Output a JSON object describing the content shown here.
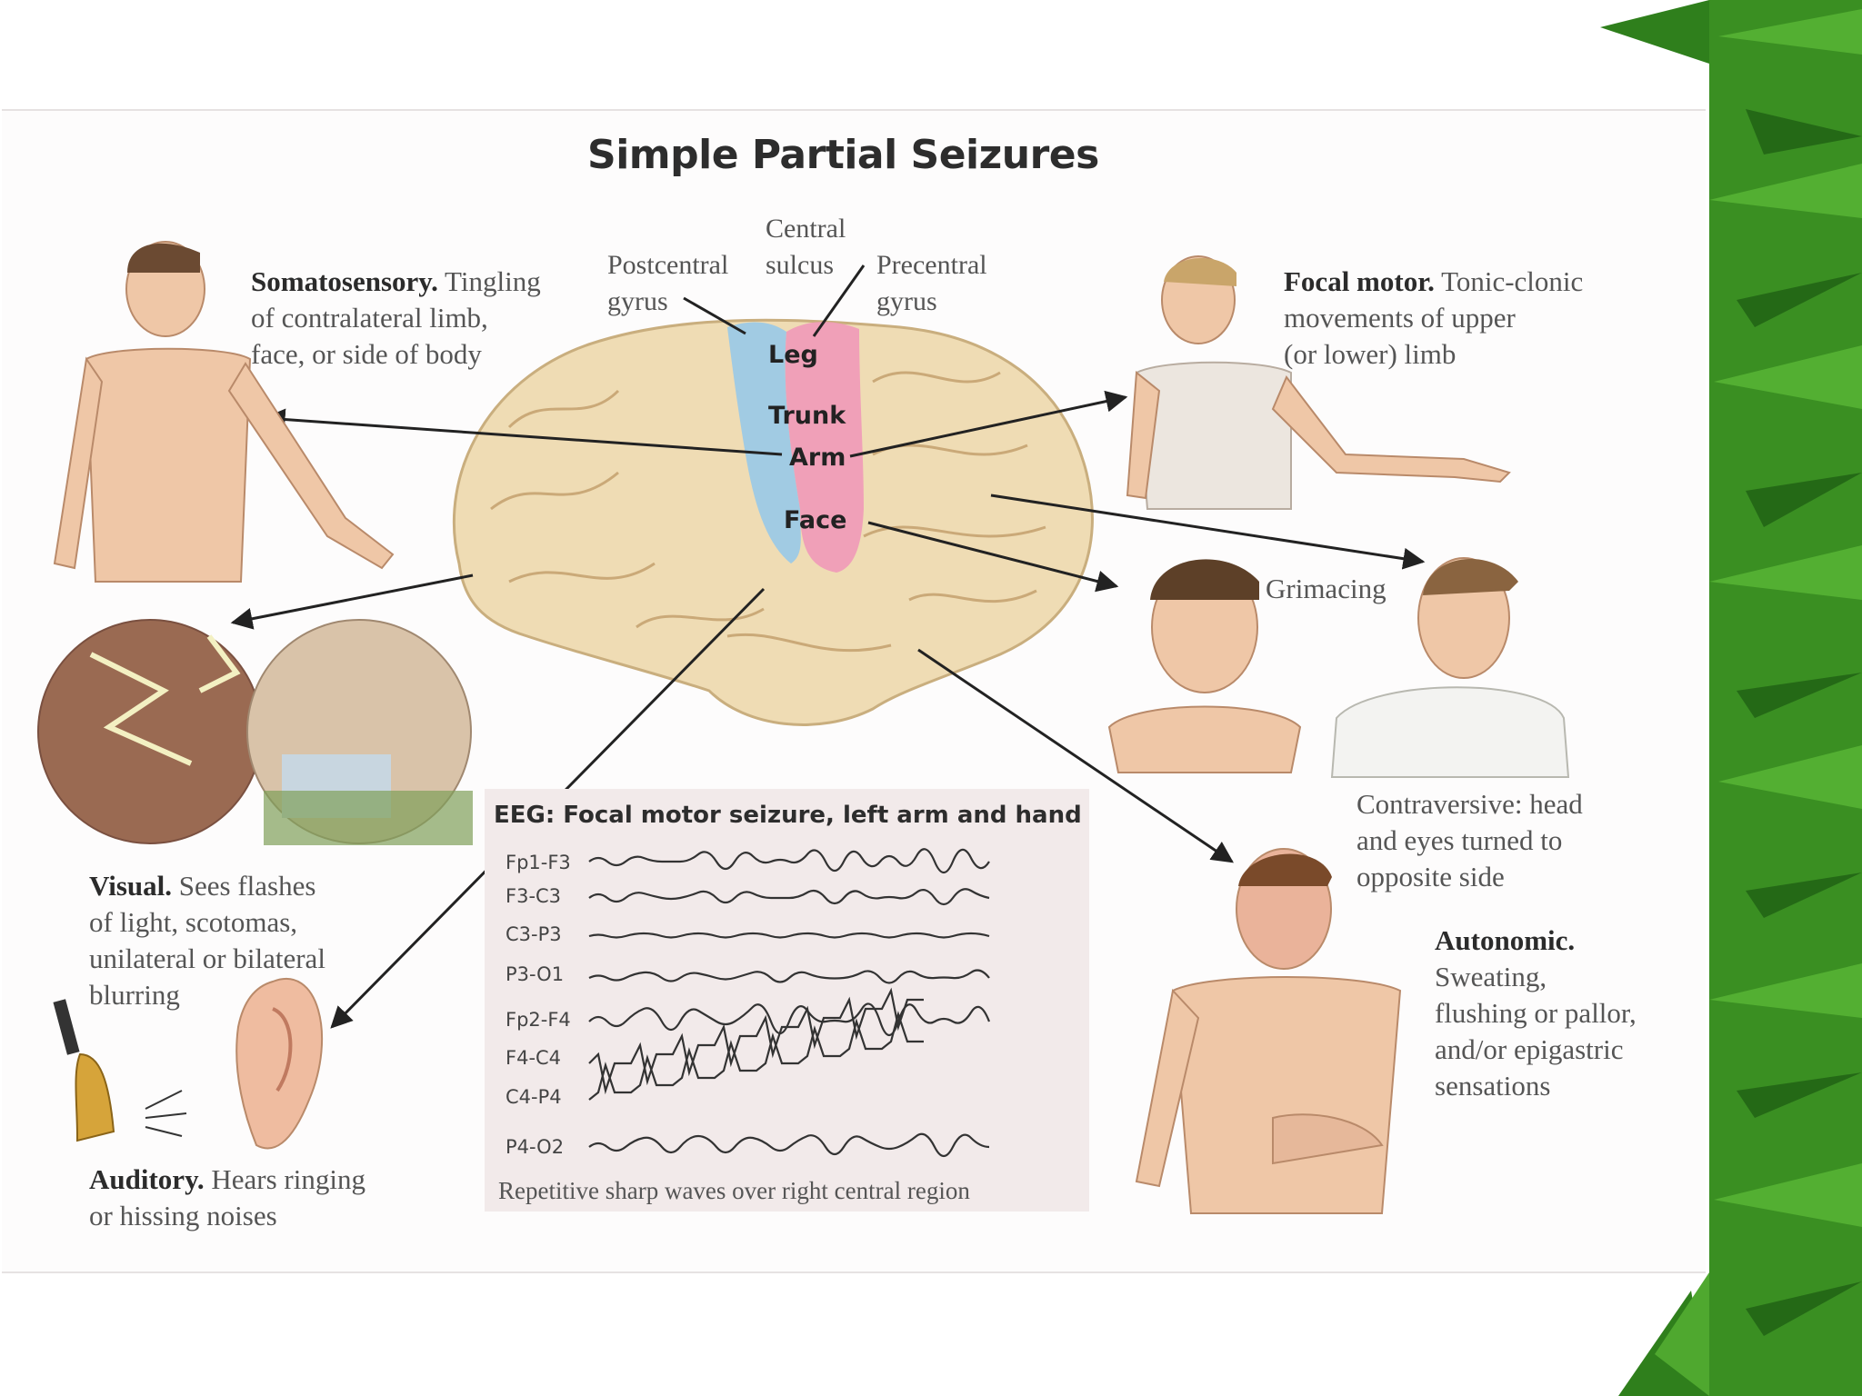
{
  "title": "Simple Partial Seizures",
  "brain": {
    "central_sulcus": [
      "Central",
      "sulcus"
    ],
    "postcentral_gyrus": [
      "Postcentral",
      "gyrus"
    ],
    "precentral_gyrus": [
      "Precentral",
      "gyrus"
    ],
    "regions": [
      "Leg",
      "Trunk",
      "Arm",
      "Face"
    ]
  },
  "somatosensory": {
    "heading": "Somatosensory.",
    "lines": [
      "Tingling",
      "of contralateral limb,",
      "face, or side of body"
    ]
  },
  "focal_motor": {
    "heading": "Focal motor.",
    "lines": [
      "Tonic-clonic",
      "movements of upper",
      "(or lower) limb"
    ]
  },
  "grimacing": "Grimacing",
  "contraversive": [
    "Contraversive: head",
    "and eyes turned to",
    "opposite side"
  ],
  "autonomic": {
    "heading": "Autonomic.",
    "lines": [
      "Sweating,",
      "flushing or pallor,",
      "and/or epigastric",
      "sensations"
    ]
  },
  "visual": {
    "heading": "Visual.",
    "lines": [
      "Sees flashes",
      "of light, scotomas,",
      "unilateral or bilateral",
      "blurring"
    ]
  },
  "auditory": {
    "heading": "Auditory.",
    "lines": [
      "Hears ringing",
      "or hissing noises"
    ]
  },
  "eeg": {
    "title": "EEG: Focal motor seizure, left arm and hand",
    "channels": [
      "Fp1-F3",
      "F3-C3",
      "C3-P3",
      "P3-O1",
      "Fp2-F4",
      "F4-C4",
      "C4-P4",
      "P4-O2"
    ],
    "footer": "Repetitive sharp waves over right central region"
  },
  "colors": {
    "postcentral": "#9cc9e6",
    "precentral": "#ef9cb8",
    "brain": "#efdcb4",
    "skin": "#efc7a7",
    "leaves": "#2f8a1f"
  }
}
